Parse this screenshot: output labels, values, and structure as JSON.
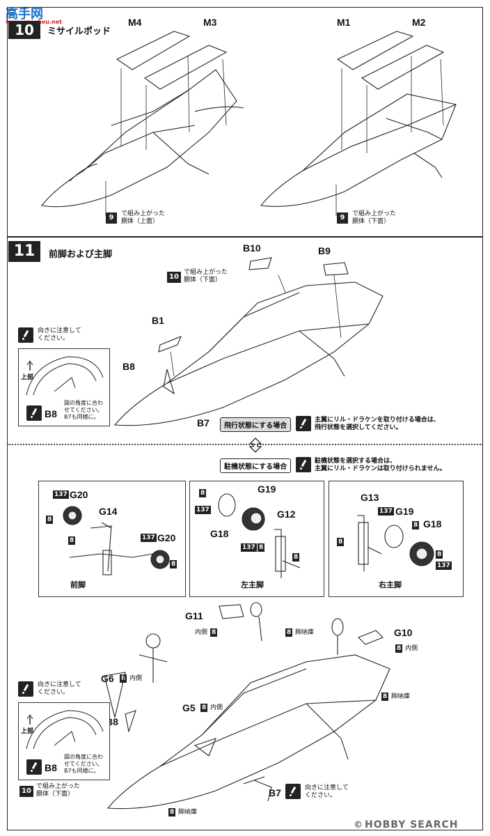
{
  "watermark_top": {
    "cn": "高手网",
    "url": "www.gaoshou.net"
  },
  "watermark_bottom": {
    "brand": "HOBBY SEARCH",
    "copyright": "©"
  },
  "step10": {
    "number": "10",
    "title": "ミサイルポッド",
    "left": {
      "parts": [
        "M4",
        "M3"
      ],
      "ref_chip": "9",
      "ref_text": "で組み上がった\n胴体（上面）"
    },
    "right": {
      "parts": [
        "M1",
        "M2"
      ],
      "ref_chip": "9",
      "ref_text": "で組み上がった\n胴体（下面）"
    }
  },
  "step11": {
    "number": "11",
    "title": "前脚および主脚",
    "ref_top": {
      "chip": "10",
      "text": "で組み上がった\n胴体（下面）"
    },
    "parts_top": [
      "B10",
      "B9",
      "B1",
      "B8",
      "B7"
    ],
    "note_orient": "向きに注意して\nください。",
    "inset": {
      "up_label": "上部",
      "part": "B8",
      "note": "図の角度に合わ\nせてください。\nB7も同様に。"
    },
    "flight_mode": {
      "label": "飛行状態にする場合",
      "note": "主翼にリル・ドラケンを取り付ける場合は、\n飛行状態を選択してください。"
    },
    "park_mode": {
      "label": "駐機状態にする場合",
      "note": "駐機状態を選択する場合は、\n主翼にリル・ドラケンは取り付けられません。"
    },
    "front_gear": {
      "title": "前脚",
      "parts": [
        "G20",
        "G14",
        "G20"
      ],
      "chips": [
        "137",
        "8",
        "8",
        "137",
        "8"
      ]
    },
    "left_main": {
      "title": "左主脚",
      "parts": [
        "G19",
        "G18",
        "G12"
      ],
      "chips": [
        "8",
        "137",
        "137",
        "8",
        "8"
      ]
    },
    "right_main": {
      "title": "右主脚",
      "parts": [
        "G13",
        "G19",
        "G18"
      ],
      "chips": [
        "137",
        "8",
        "8",
        "8",
        "137"
      ]
    },
    "bottom": {
      "parts": [
        "G11",
        "G10",
        "G6",
        "G5",
        "B8",
        "B7"
      ],
      "inner": "内側",
      "bay": "脚納庫",
      "chip": "8",
      "ref": {
        "chip": "10",
        "text": "で組み上がった\n胴体（下面）"
      },
      "note_orient": "向きに注意して\nください。",
      "inset": {
        "up_label": "上部",
        "part": "B8",
        "note": "図の角度に合わ\nせてください。\nB7も同様に。"
      },
      "note_b7": "向きに注意して\nください。"
    }
  }
}
